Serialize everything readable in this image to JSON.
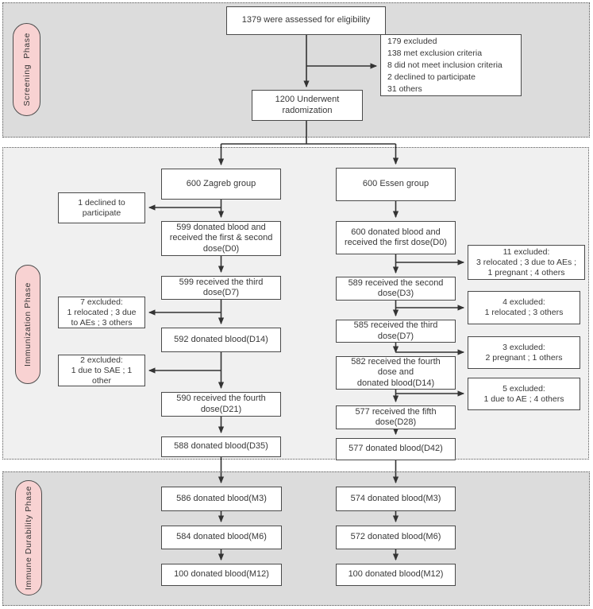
{
  "phases": {
    "screening": {
      "label": "Screening  Phase"
    },
    "immunization": {
      "label": "Immunization Phase"
    },
    "durability": {
      "label": "Immune Durability Phase"
    }
  },
  "colors": {
    "section_bg": "#dcdcdc",
    "section_bg_light": "#f0f0f0",
    "pill_fill": "#f8d2d2",
    "pill_border": "#4d4d4d",
    "box_border": "#4a4a4a",
    "arrow": "#333333",
    "text": "#383838"
  },
  "boxes": {
    "assessed": "1379 were assessed for eligibility",
    "excluded_screening": "179 excluded\n138 met exclusion criteria\n8 did not meet inclusion criteria\n2 declined to participate\n31 others",
    "randomized": "1200 Underwent\nradomization",
    "zagreb": {
      "group": "600 Zagreb group",
      "declined": "1 declined to\nparticipate",
      "d0": "599 donated blood and\nreceived the first & second\ndose(D0)",
      "d7": "599 received the third\ndose(D7)",
      "excluded7": "7 excluded:\n1 relocated ; 3 due\nto AEs ; 3 others",
      "d14": "592 donated blood(D14)",
      "excluded2": "2 excluded:\n1  due to SAE ; 1\nother",
      "d21": "590 received the fourth\ndose(D21)",
      "d35": "588 donated blood(D35)",
      "m3": "586 donated blood(M3)",
      "m6": "584 donated blood(M6)",
      "m12": "100 donated blood(M12)"
    },
    "essen": {
      "group": "600 Essen group",
      "d0": "600 donated blood and\nreceived the first dose(D0)",
      "excluded11": "11 excluded:\n3 relocated ; 3 due to AEs ;\n1 pregnant ; 4 others",
      "d3": "589 received the second\ndose(D3)",
      "excluded4": "4 excluded:\n1 relocated ; 3 others",
      "d7": "585 received the third\ndose(D7)",
      "excluded3": "3 excluded:\n2 pregnant ; 1 others",
      "d14": "582 received the fourth\ndose and\ndonated blood(D14)",
      "excluded5": "5 excluded:\n1 due to AE ; 4 others",
      "d28": "577 received the fifth\ndose(D28)",
      "d42": "577 donated blood(D42)",
      "m3": "574 donated blood(M3)",
      "m6": "572 donated blood(M6)",
      "m12": "100 donated blood(M12)"
    }
  }
}
